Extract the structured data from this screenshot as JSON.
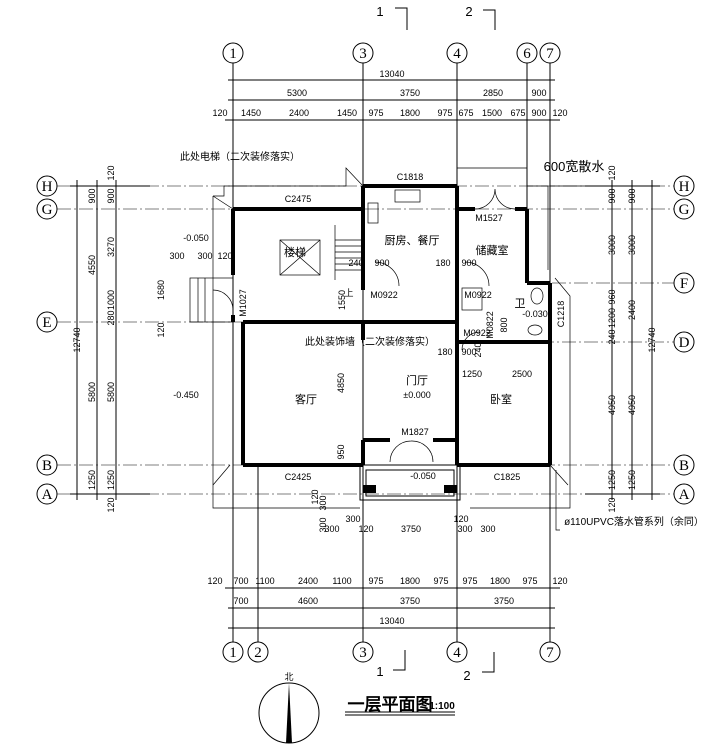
{
  "title": "一层平面图",
  "scale": "1:100",
  "north_label": "北",
  "axes": {
    "top": [
      "1",
      "3",
      "4",
      "6",
      "7"
    ],
    "bottom": [
      "1",
      "2",
      "3",
      "4",
      "7"
    ],
    "left": [
      "H",
      "G",
      "E",
      "B",
      "A"
    ],
    "right": [
      "H",
      "G",
      "F",
      "D",
      "B",
      "A"
    ]
  },
  "section_marks": {
    "top": [
      "1",
      "2"
    ],
    "bottom": [
      "1",
      "2"
    ]
  },
  "dims_top": {
    "total": "13040",
    "row2": [
      "5300",
      "3750",
      "2850",
      "900"
    ],
    "row3": [
      "120",
      "1450",
      "2400",
      "1450",
      "975",
      "1800",
      "975",
      "675",
      "1500",
      "675",
      "900",
      "120"
    ]
  },
  "dims_bottom": {
    "row1": [
      "120",
      "700",
      "1100",
      "2400",
      "1100",
      "975",
      "1800",
      "975",
      "975",
      "1800",
      "975",
      "120"
    ],
    "row2": [
      "700",
      "4600",
      "3750",
      "3750"
    ],
    "total": "13040"
  },
  "dims_left": {
    "total": "12740",
    "outer": [
      "900",
      "4550",
      "5800",
      "1250"
    ],
    "inner": [
      "120",
      "900",
      "3270",
      "1000",
      "280",
      "5800",
      "1250",
      "120"
    ]
  },
  "dims_right": {
    "inner": [
      "120",
      "900",
      "3000",
      "960",
      "1200",
      "240",
      "4950",
      "1250",
      "120"
    ],
    "outer": [
      "900",
      "3000",
      "2400",
      "4950",
      "1250"
    ],
    "total": "12740"
  },
  "rooms": {
    "stair": "楼梯",
    "kitchen": "厨房、餐厅",
    "storage": "储藏室",
    "living": "客厅",
    "foyer": "门厅",
    "bedroom": "卧室",
    "bath": "卫"
  },
  "openings": {
    "c1818": "C1818",
    "c2475": "C2475",
    "m1527": "M1527",
    "m0922_a": "M0922",
    "m0922_b": "M0922",
    "m0922_c": "M0922",
    "m1027": "M1027",
    "m1827": "M1827",
    "c2425": "C2425",
    "c1825": "C1825",
    "c1218": "C1218",
    "m0822": "M0822"
  },
  "elevations": {
    "side_entry": "-0.050",
    "ground": "-0.450",
    "bath": "-0.030",
    "foyer": "±0.000",
    "porch": "-0.050"
  },
  "notes": {
    "elevator": "此处电梯（二次装修落实）",
    "deco_wall": "此处装饰墙（二次装修落实）",
    "apron": "600宽散水",
    "downpipe": "ø110UPVC落水管系列（余同）",
    "stair_up": "上"
  },
  "misc_dims": {
    "side_300a": "300",
    "side_300b": "300",
    "side_120": "120",
    "side_1680": "1680",
    "side_120b": "120",
    "k_240": "240",
    "k_900": "900",
    "s_180": "180",
    "s_900": "900",
    "st_1550": "1550",
    "b_180": "180",
    "b_900": "900",
    "b_240": "240",
    "b_800": "800",
    "b_1250": "1250",
    "b_2500": "2500",
    "l_4850": "4850",
    "l_950": "950",
    "p_120v": "120",
    "p_300v": "300",
    "p_300v2": "300",
    "p_300a": "300",
    "p_300b": "300",
    "p_120a": "120",
    "p_3750": "3750",
    "p_120b": "120",
    "p_300c": "300",
    "p_300d": "300"
  }
}
